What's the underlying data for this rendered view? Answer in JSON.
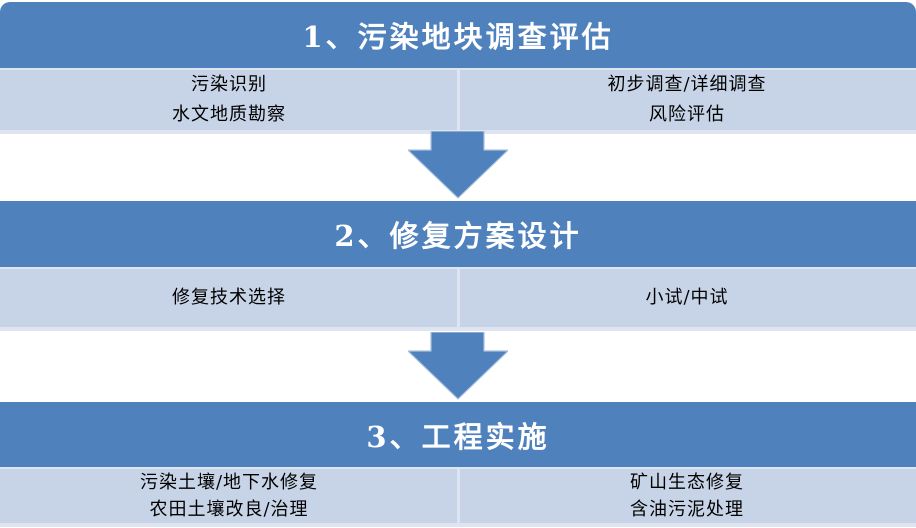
{
  "palette": {
    "header_bg": "#4F81BD",
    "header_text": "#FFFFFF",
    "body_bg": "#C7D3E6",
    "divider": "#DEE5F1",
    "body_text": "#000000",
    "arrow_fill": "#4F81BD",
    "arrow_stroke": "#A9C1DF",
    "page_bg": "#FFFFFF"
  },
  "sections": [
    {
      "title": "1、污染地块调查评估",
      "left_items": [
        "污染识别",
        "水文地质勘察"
      ],
      "right_items": [
        "初步调查/详细调查",
        "风险评估"
      ]
    },
    {
      "title": "2、修复方案设计",
      "left_items": [
        "修复技术选择"
      ],
      "right_items": [
        "小试/中试"
      ]
    },
    {
      "title": "3、工程实施",
      "left_items": [
        "污染土壤/地下水修复",
        "农田土壤改良/治理"
      ],
      "right_items": [
        "矿山生态修复",
        "含油污泥处理"
      ]
    }
  ]
}
